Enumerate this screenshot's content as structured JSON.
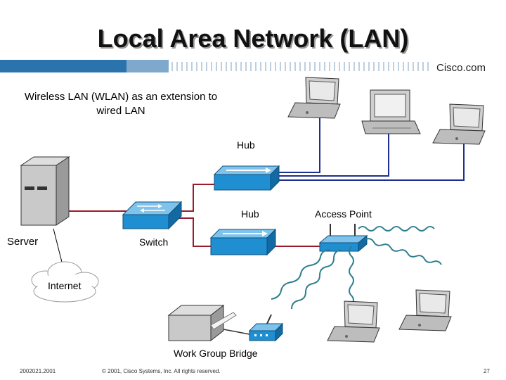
{
  "slide": {
    "title": "Local Area Network (LAN)",
    "brand": "Cisco.com",
    "subtitle": "Wireless LAN (WLAN) as an extension to wired LAN"
  },
  "labels": {
    "hub_top": "Hub",
    "hub_bottom": "Hub",
    "access_point": "Access Point",
    "server": "Server",
    "switch": "Switch",
    "internet": "Internet",
    "work_group_bridge": "Work Group Bridge"
  },
  "footer": {
    "left": "2002021.2001",
    "center": "© 2001, Cisco Systems, Inc. All rights reserved.",
    "page": "27"
  },
  "colors": {
    "device_blue": "#1f8fd1",
    "cable_blue": "#1f2f8f",
    "cable_red": "#9a1b2c",
    "band_blue": "#2b73ad",
    "radio_teal": "#2f7f8f"
  }
}
